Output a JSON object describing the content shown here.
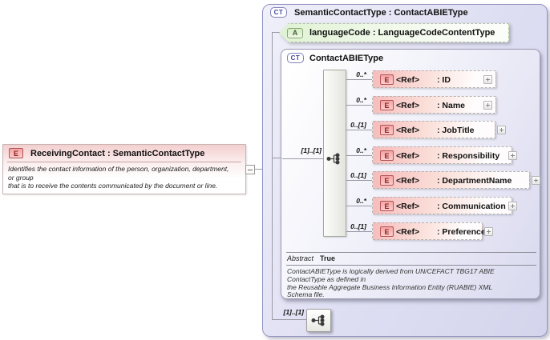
{
  "left_node": {
    "type_badge": "E",
    "title": "ReceivingContact : SemanticContactType",
    "description_lines": [
      "Identifies the contact information of the person, organization, department,",
      "or group",
      "that is to receive the contents communicated by the document or line."
    ]
  },
  "main_container": {
    "type_badge": "CT",
    "title": "SemanticContactType : ContactABIEType",
    "attribute": {
      "type_badge": "A",
      "label": "languageCode : LanguageCodeContentType"
    },
    "type_detail": {
      "type_badge": "CT",
      "title": "ContactABIEType",
      "group_cardinality": "[1]..[1]",
      "elements": [
        {
          "type_badge": "E",
          "ref_label": "<Ref>",
          "name": ": ID",
          "cardinality": "0..*"
        },
        {
          "type_badge": "E",
          "ref_label": "<Ref>",
          "name": ": Name",
          "cardinality": "0..*"
        },
        {
          "type_badge": "E",
          "ref_label": "<Ref>",
          "name": ": JobTitle",
          "cardinality": "0..[1]"
        },
        {
          "type_badge": "E",
          "ref_label": "<Ref>",
          "name": ": Responsibility",
          "cardinality": "0..*"
        },
        {
          "type_badge": "E",
          "ref_label": "<Ref>",
          "name": ": DepartmentName",
          "cardinality": "0..[1]"
        },
        {
          "type_badge": "E",
          "ref_label": "<Ref>",
          "name": ": Communication",
          "cardinality": "0..*"
        },
        {
          "type_badge": "E",
          "ref_label": "<Ref>",
          "name": ": Preference",
          "cardinality": "0..[1]"
        }
      ],
      "abstract_label": "Abstract",
      "abstract_value": "True",
      "annotation_lines": [
        "ContactABIEType is logically derived from UN/CEFACT TBG17 ABIE",
        "ContactType as defined in",
        "the Reusable Aggregate Business Information Entity (RUABIE) XML",
        "Schema file."
      ]
    },
    "bottom_group_cardinality": "[1]..[1]"
  },
  "colors": {
    "element_pink": "#f6bcbc",
    "attribute_green": "#dff2d2",
    "container_lavender": "#dedef3",
    "badge_red": "#b25454",
    "accent_blue": "#4343c0"
  }
}
